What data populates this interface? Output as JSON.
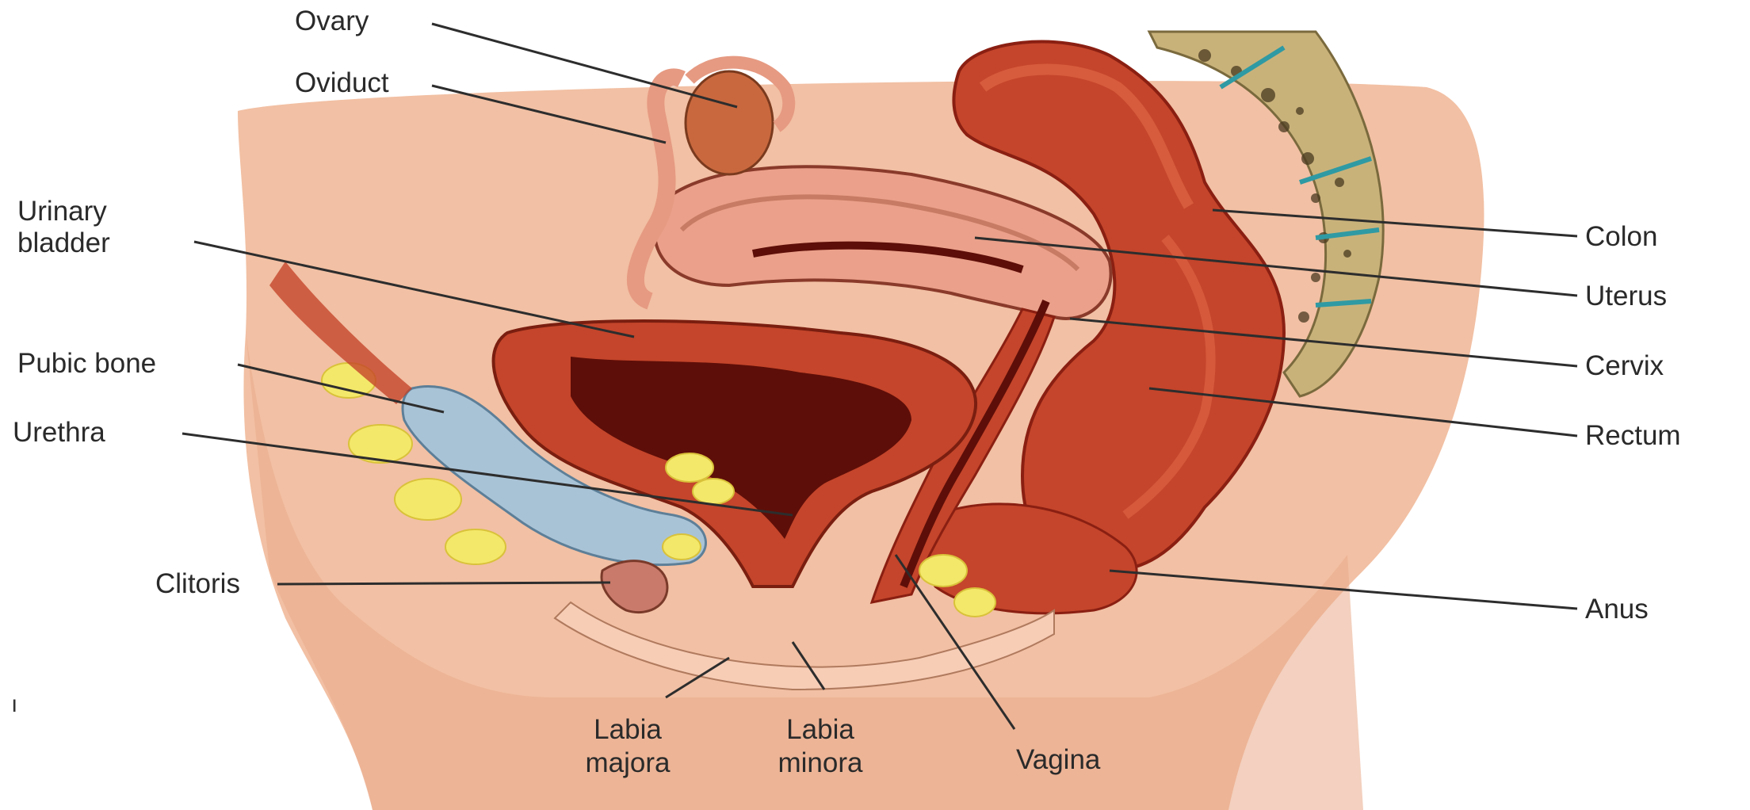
{
  "labels": {
    "ovary": "Ovary",
    "oviduct": "Oviduct",
    "urinary_bladder_1": "Urinary",
    "urinary_bladder_2": "bladder",
    "pubic_bone": "Pubic bone",
    "urethra": "Urethra",
    "clitoris": "Clitoris",
    "labia_majora_1": "Labia",
    "labia_majora_2": "majora",
    "labia_minora_1": "Labia",
    "labia_minora_2": "minora",
    "vagina": "Vagina",
    "colon": "Colon",
    "uterus": "Uterus",
    "cervix": "Cervix",
    "rectum": "Rectum",
    "anus": "Anus"
  },
  "stray_mark": "ı",
  "colors": {
    "skin": "#f2c0a4",
    "skin_light": "#fbe1d0",
    "muscle": "#c4452b",
    "muscle_dark": "#8a1f12",
    "cavity": "#5e0e08",
    "uterus_pink": "#eaa08a",
    "bladder_blue": "#a9c3d6",
    "fat_yellow": "#f4e86a",
    "spine_tan": "#c9b27a",
    "disc_teal": "#2f9aa3",
    "line": "#2d2d2d"
  }
}
